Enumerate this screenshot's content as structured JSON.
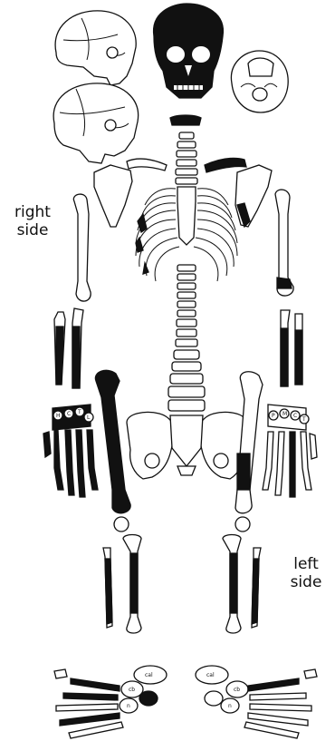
{
  "labels": {
    "right_side": [
      "right",
      "side"
    ],
    "left_side": [
      "left",
      "side"
    ]
  },
  "hand_bone_labels": {
    "right": [
      "H",
      "C",
      "T",
      "L"
    ],
    "left": [
      "P",
      "M",
      "C",
      "T"
    ]
  },
  "foot_bone_labels": {
    "right": [
      "cal",
      "cb",
      "n"
    ],
    "left": [
      "cal",
      "cb",
      "n"
    ]
  },
  "colors": {
    "present_bone": "#111111",
    "absent_bone": "#ffffff",
    "outline": "#111111",
    "background": "#ffffff"
  }
}
